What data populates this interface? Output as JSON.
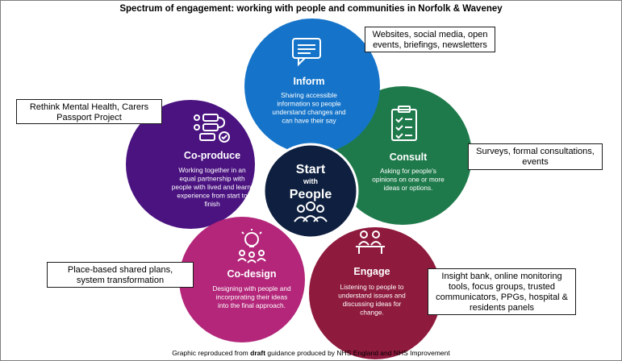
{
  "title": "Spectrum of engagement: working with people and communities in Norfolk & Waveney",
  "center": {
    "title_line1": "Start",
    "title_line2": "with",
    "title_line3": "People"
  },
  "petals": {
    "inform": {
      "title": "Inform",
      "desc": [
        "Sharing accessible",
        "information so people",
        "understand changes and",
        "can have their say"
      ],
      "color": "#1574c9"
    },
    "consult": {
      "title": "Consult",
      "desc": [
        "Asking for people's",
        "opinions on one or more",
        "ideas or options."
      ],
      "color": "#1f7a4b"
    },
    "engage": {
      "title": "Engage",
      "desc": [
        "Listening to people to",
        "understand issues and",
        "discussing ideas for",
        "change."
      ],
      "color": "#8e1a3d"
    },
    "codesign": {
      "title": "Co-design",
      "desc": [
        "Designing with people and",
        "incorporating their ideas",
        "into the final approach."
      ],
      "color": "#b3267a"
    },
    "coproduce": {
      "title": "Co-produce",
      "desc": [
        "Working together in an",
        "equal partnership with",
        "people with lived and learnt",
        "experience from start to",
        "finish"
      ],
      "color": "#4a1380"
    }
  },
  "center_color": "#0e1f3f",
  "callouts": {
    "inform": "Websites, social media, open events, briefings, newsletters",
    "coproduce": "Rethink Mental Health, Carers Passport Project",
    "consult": "Surveys, formal consultations, events",
    "codesign": "Place-based shared plans, system transformation",
    "engage": "Insight bank, online monitoring tools, focus groups, trusted communicators, PPGs, hospital & residents panels"
  },
  "footer": {
    "prefix": "Graphic reproduced from",
    "bold": "draft",
    "suffix": "guidance produced by NHS England and NHS Improvement"
  }
}
